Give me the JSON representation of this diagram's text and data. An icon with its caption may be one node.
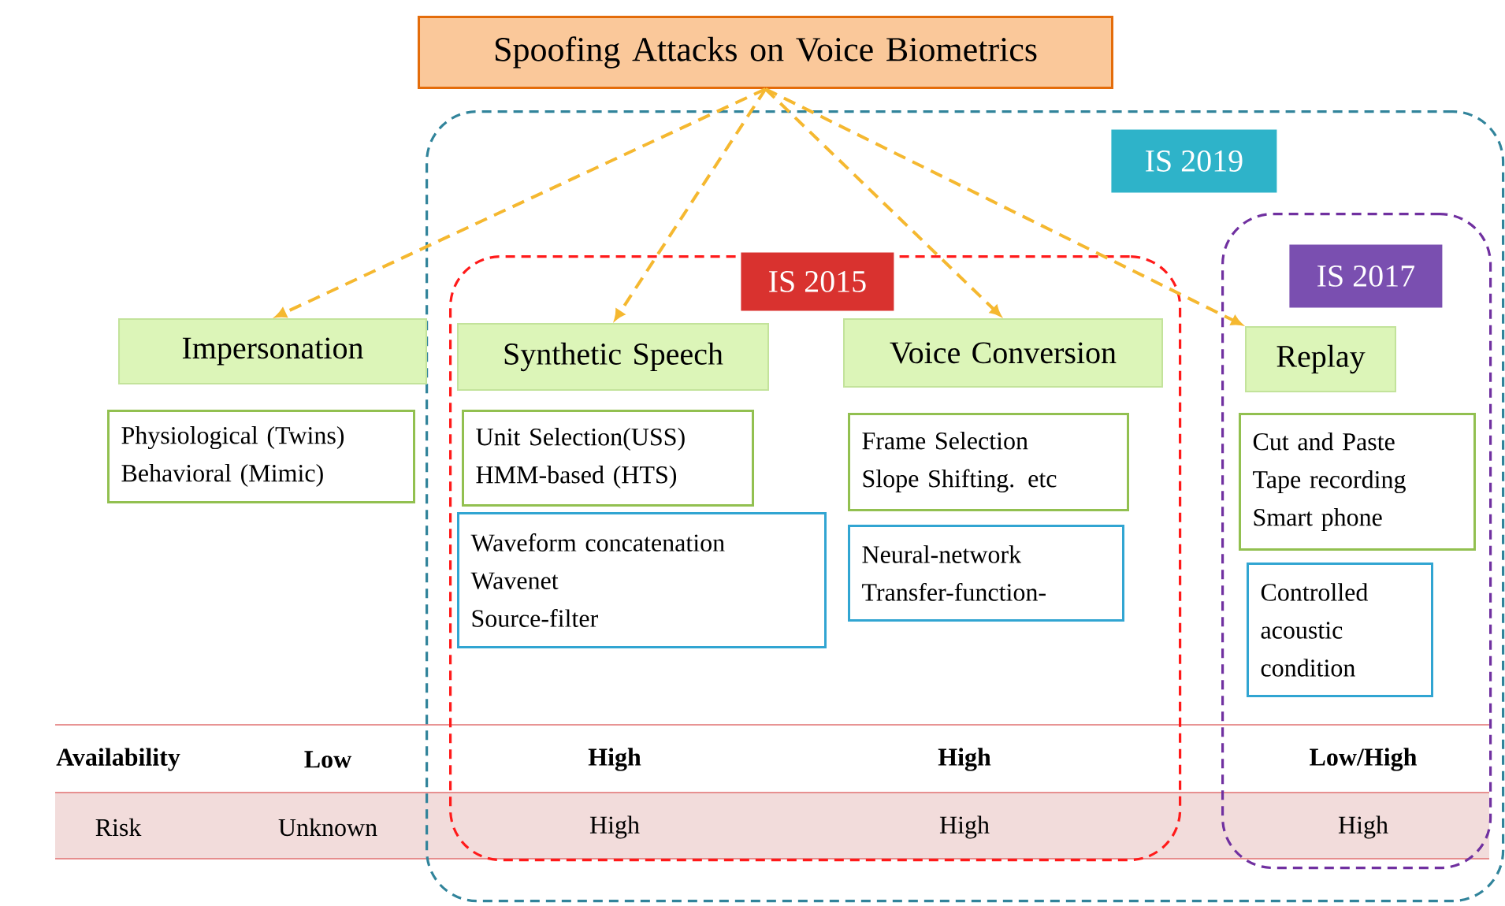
{
  "diagram": {
    "nodes": [
      {
        "text": [
          "Spoofing Attacks on Voice Biometrics"
        ]
      },
      {
        "text": [
          "IS 2019"
        ]
      },
      {
        "text": [
          "IS 2015"
        ],
        "in": 1
      },
      {
        "text": [
          "IS 2017"
        ],
        "in": 1
      },
      {
        "text": [
          "Impersonation"
        ]
      },
      {
        "text": [
          "Synthetic Speech"
        ],
        "in": 2
      },
      {
        "text": [
          "Voice Conversion"
        ],
        "in": 2
      },
      {
        "text": [
          "Replay"
        ],
        "in": 3
      },
      {
        "text": [
          "Physiological (Twins)",
          "Behavioral (Mimic)"
        ]
      },
      {
        "text": [
          "Unit Selection(USS)",
          "HMM-based (HTS)"
        ],
        "in": 2
      },
      {
        "text": [
          "Waveform concatenation",
          "Wavenet",
          "Source-filter"
        ],
        "in": 2
      },
      {
        "text": [
          "Frame Selection",
          "Slope Shifting. etc"
        ],
        "in": 2
      },
      {
        "text": [
          "Neural-network",
          "Transfer-function-"
        ],
        "in": 2
      },
      {
        "text": [
          "Cut and Paste",
          "Tape recording",
          "Smart phone"
        ],
        "in": 3
      },
      {
        "text": [
          "Controlled acoustic condition"
        ],
        "in": 3
      }
    ],
    "edges": [
      {
        "from": 0,
        "to": 4,
        "arrow": "to",
        "style": "dashed"
      },
      {
        "from": 0,
        "to": 5,
        "arrow": "to",
        "style": "dashed"
      },
      {
        "from": 0,
        "to": 6,
        "arrow": "to",
        "style": "dashed"
      },
      {
        "from": 0,
        "to": 7,
        "arrow": "to",
        "style": "dashed"
      }
    ],
    "labels": [
      "Availability",
      "Low",
      "High",
      "High",
      "Low/High",
      "Risk",
      "Unknown",
      "High",
      "High",
      "High"
    ]
  }
}
